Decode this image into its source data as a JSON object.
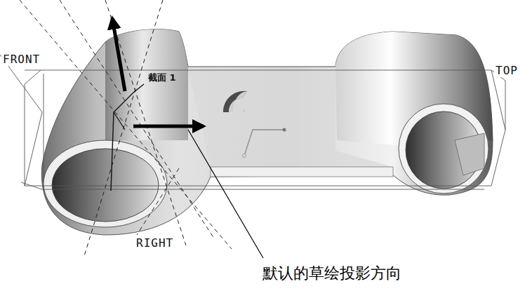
{
  "diagram": {
    "labels": [
      "FRONT",
      "TOP",
      "截面 1",
      "RIGHT",
      "默认的草绘投影方向"
    ]
  }
}
